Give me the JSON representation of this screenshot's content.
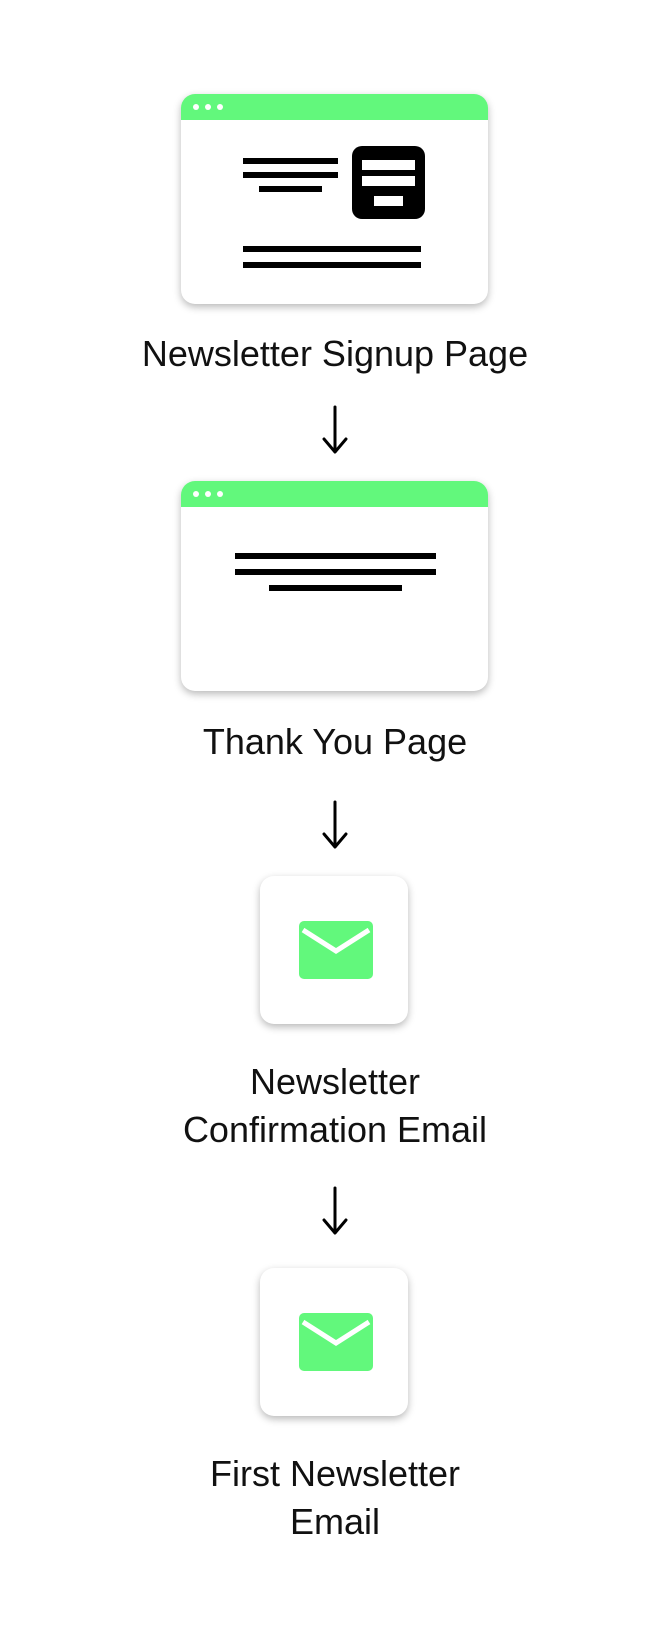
{
  "colors": {
    "accent": "#62f87c",
    "ink": "#000000",
    "background": "#ffffff"
  },
  "steps": [
    {
      "label": "Newsletter Signup Page",
      "icon": "signup-page-icon"
    },
    {
      "label": "Thank You Page",
      "icon": "thank-you-page-icon"
    },
    {
      "label_lines": [
        "Newsletter",
        "Confirmation Email"
      ],
      "icon": "envelope-icon"
    },
    {
      "label_lines": [
        "First Newsletter",
        "Email"
      ],
      "icon": "envelope-icon"
    }
  ]
}
